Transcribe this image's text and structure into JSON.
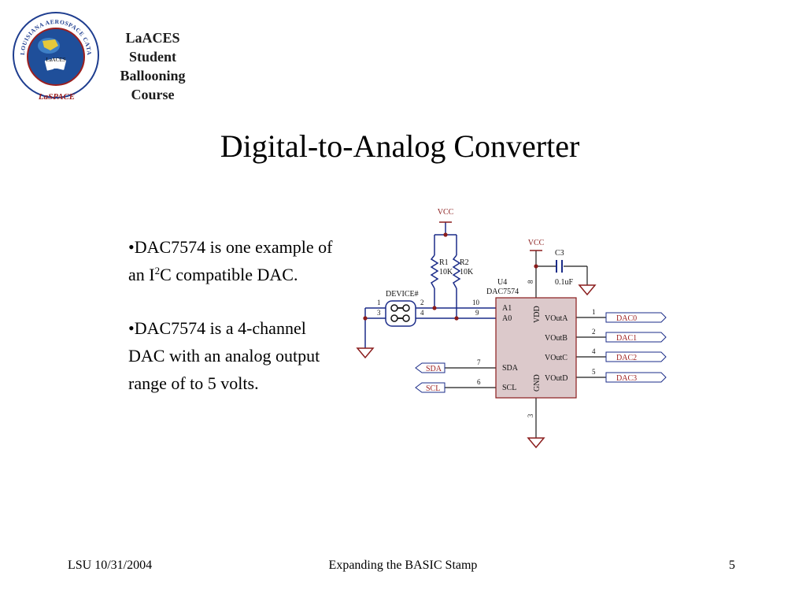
{
  "header": {
    "logo": {
      "icon": "laspace-seal-icon",
      "ring_text": "LOUISIANA AEROSPACE CATALYST EXPERIENCES for STUDENTS",
      "inner_text": "LaACES",
      "bottom_text": "LaSPACE"
    },
    "course_lines": [
      "LaACES",
      "Student",
      "Ballooning",
      "Course"
    ]
  },
  "slide": {
    "title": "Digital-to-Analog Converter",
    "bullets": [
      {
        "before": "•DAC7574 is one example of an I",
        "sup": "2",
        "after": "C compatible DAC."
      },
      {
        "text": "•DAC7574 is a 4-channel DAC with an analog output range of to 5 volts."
      }
    ]
  },
  "schematic": {
    "vcc_left": "VCC",
    "vcc_right": "VCC",
    "r1_ref": "R1",
    "r1_value": "10K",
    "r2_ref": "R2",
    "r2_value": "10K",
    "c3_ref": "C3",
    "c3_value": "0.1uF",
    "u4_ref": "U4",
    "u4_part": "DAC7574",
    "device_label": "DEVICE#",
    "switch_pins": [
      "1",
      "2",
      "3",
      "4"
    ],
    "ic_left_pins": [
      {
        "num": "10",
        "name": "A1"
      },
      {
        "num": "9",
        "name": "A0"
      },
      {
        "num": "7",
        "name": "SDA"
      },
      {
        "num": "6",
        "name": "SCL"
      }
    ],
    "ic_right_pins": [
      {
        "num": "1",
        "name": "VOutA",
        "net": "DAC0"
      },
      {
        "num": "2",
        "name": "VOutB",
        "net": "DAC1"
      },
      {
        "num": "4",
        "name": "VOutC",
        "net": "DAC2"
      },
      {
        "num": "5",
        "name": "VOutD",
        "net": "DAC3"
      }
    ],
    "vdd_label": "VDD",
    "vdd_pin": "8",
    "gnd_label": "GND",
    "gnd_pin": "3",
    "input_nets": [
      "SDA",
      "SCL"
    ],
    "colors": {
      "wire": "#1a2b88",
      "component": "#8a1c1c",
      "ic_fill": "#dcc9cb",
      "net_text": "#9c1f1f"
    }
  },
  "footer": {
    "left": "LSU 10/31/2004",
    "center": "Expanding the BASIC Stamp",
    "page": "5"
  }
}
